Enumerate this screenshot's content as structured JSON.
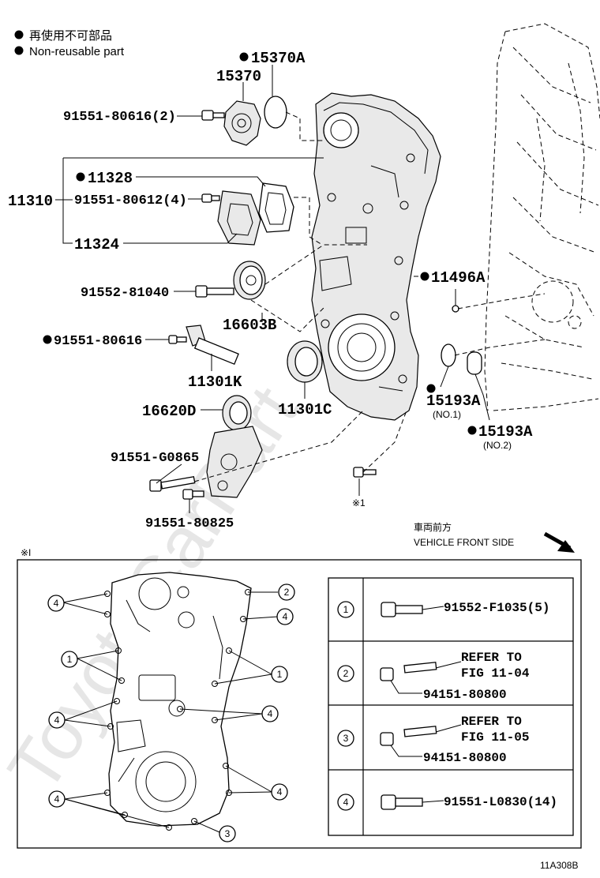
{
  "legend": {
    "line_jp": "再使用不可部品",
    "line_en": "Non-reusable part"
  },
  "parts": {
    "p15370A": "15370A",
    "p15370": "15370",
    "p91551_80616_2": "91551-80616(2)",
    "p11328": "11328",
    "p11310": "11310",
    "p91551_80612_4": "91551-80612(4)",
    "p11324": "11324",
    "p91552_81040": "91552-81040",
    "p16603B": "16603B",
    "p91551_80616": "91551-80616",
    "p11301K": "11301K",
    "p16620D": "16620D",
    "p11301C": "11301C",
    "p91551_G0865": "91551-G0865",
    "p91551_80825": "91551-80825",
    "p11496A": "11496A",
    "p15193A_1": "15193A",
    "p15193A_1_sub": "(NO.1)",
    "p15193A_2": "15193A",
    "p15193A_2_sub": "(NO.2)"
  },
  "note_mark": "※1",
  "detail_ref": "※I",
  "front": {
    "jp": "車両前方",
    "en": "VEHICLE FRONT SIDE"
  },
  "detail": {
    "callouts": [
      "1",
      "2",
      "3",
      "4"
    ]
  },
  "table": {
    "rows": [
      {
        "num": "1",
        "lines": [
          "91552-F1035(5)"
        ]
      },
      {
        "num": "2",
        "lines": [
          "REFER TO",
          "FIG 11-04",
          "94151-80800"
        ]
      },
      {
        "num": "3",
        "lines": [
          "REFER TO",
          "FIG 11-05",
          "94151-80800"
        ]
      },
      {
        "num": "4",
        "lines": [
          "91551-L0830(14)"
        ]
      }
    ]
  },
  "figure_code": "11A308B",
  "watermark": "ToyotaCarPart"
}
